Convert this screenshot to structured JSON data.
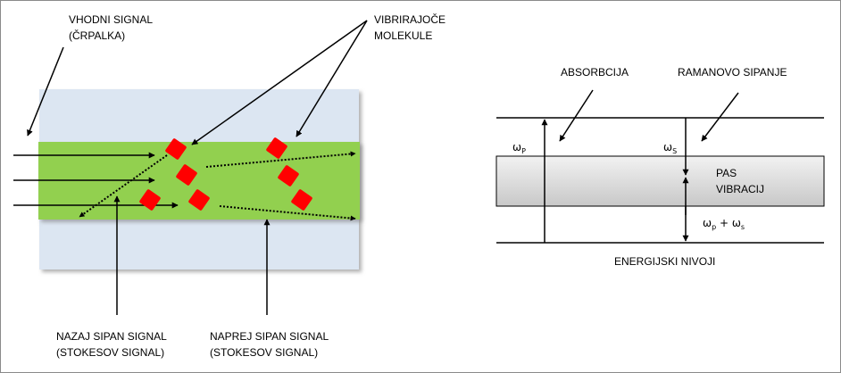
{
  "left_diagram": {
    "input_signal": [
      "VHODNI SIGNAL",
      "(ČRPALKA)"
    ],
    "vibrating_molecules": [
      "VIBRIRAJOČE",
      "MOLEKULE"
    ],
    "back_scattered": [
      "NAZAJ SIPAN SIGNAL",
      "(STOKESOV SIGNAL)"
    ],
    "forward_scattered": [
      "NAPREJ SIPAN SIGNAL",
      "(STOKESOV SIGNAL)"
    ]
  },
  "right_diagram": {
    "absorption": "ABSORBCIJA",
    "raman": "RAMANOVO SIPANJE",
    "band": [
      "PAS",
      "VIBRACIJ"
    ],
    "omega_p": {
      "symbol": "ω",
      "sub": "P"
    },
    "omega_s": {
      "symbol": "ω",
      "sub": "S"
    },
    "sum": {
      "symbol1": "ω",
      "sub1": "p",
      "plus": " + ",
      "symbol2": "ω",
      "sub2": "s"
    },
    "energy_levels": "ENERGIJSKI NIVOJI"
  },
  "colors": {
    "outer_box": "#dce6f2",
    "fiber": "#92d050",
    "molecule": "#ff0000",
    "band": "#d9d9d9"
  }
}
